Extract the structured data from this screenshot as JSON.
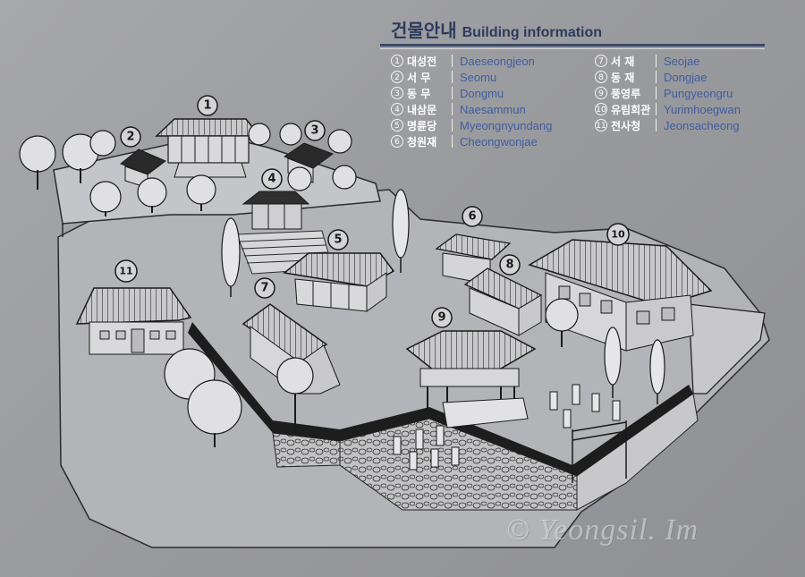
{
  "info": {
    "title_ko": "건물안내",
    "title_en": "Building information"
  },
  "legend": [
    {
      "num": "1",
      "ko": "대성전",
      "en": "Daeseongjeon"
    },
    {
      "num": "2",
      "ko": "서 무",
      "en": "Seomu"
    },
    {
      "num": "3",
      "ko": "동 무",
      "en": "Dongmu"
    },
    {
      "num": "4",
      "ko": "내삼문",
      "en": "Naesammun"
    },
    {
      "num": "5",
      "ko": "명륜당",
      "en": "Myeongnyundang"
    },
    {
      "num": "6",
      "ko": "청원재",
      "en": "Cheongwonjae"
    },
    {
      "num": "7",
      "ko": "서 재",
      "en": "Seojae"
    },
    {
      "num": "8",
      "ko": "동 재",
      "en": "Dongjae"
    },
    {
      "num": "9",
      "ko": "풍영루",
      "en": "Pungyeongru"
    },
    {
      "num": "10",
      "ko": "유림회관",
      "en": "Yurimhoegwan"
    },
    {
      "num": "11",
      "ko": "전사청",
      "en": "Jeonsacheong"
    }
  ],
  "watermark": "© Yeongsil. Im",
  "colors": {
    "board": "#9c9da0",
    "title": "#2c3a5c",
    "english_names": "#3f5da0",
    "korean_names": "#ffffff",
    "line_art": "#1a1a1a"
  }
}
